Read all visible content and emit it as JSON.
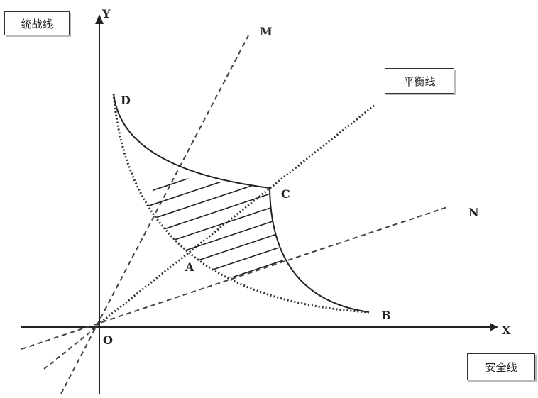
{
  "labels": {
    "box_tongzhan": "统战线",
    "box_pingheng": "平衡线",
    "box_anquan": "安全线",
    "axis_x": "X",
    "axis_y": "Y",
    "origin": "O",
    "point_D": "D",
    "point_C": "C",
    "point_A": "A",
    "point_B": "B",
    "line_M": "M",
    "line_N": "N"
  },
  "colors": {
    "ink": "#222222",
    "dotted": "#444444"
  }
}
